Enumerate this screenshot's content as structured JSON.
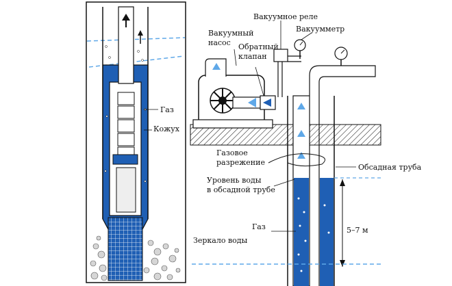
{
  "labels": {
    "gas_left": "Газ",
    "casing_left": "Кожух",
    "vacuum_relay": "Вакуумное реле",
    "vacuum_pump_line1": "Вакуумный",
    "vacuum_pump_line2": "насос",
    "vacuum_gauge": "Вакуумметр",
    "check_valve_line1": "Обратный",
    "check_valve_line2": "клапан",
    "gas_rarefaction_line1": "Газовое",
    "gas_rarefaction_line2": "разрежение",
    "casing_pipe": "Обсадная труба",
    "water_level_line1": "Уровень воды",
    "water_level_line2": "в обсадной трубе",
    "gas_right": "Газ",
    "depth_range": "5–7 м",
    "water_table": "Зеркало воды"
  },
  "icons": {
    "flow_arrow": "up-arrow-icon",
    "pump_rotor": "impeller-icon",
    "gauge": "pressure-gauge-icon"
  },
  "colors": {
    "water": "#1f5fb4",
    "light_water": "#5fa8e8",
    "outline": "#111111",
    "ground": "#cfcfcf"
  }
}
